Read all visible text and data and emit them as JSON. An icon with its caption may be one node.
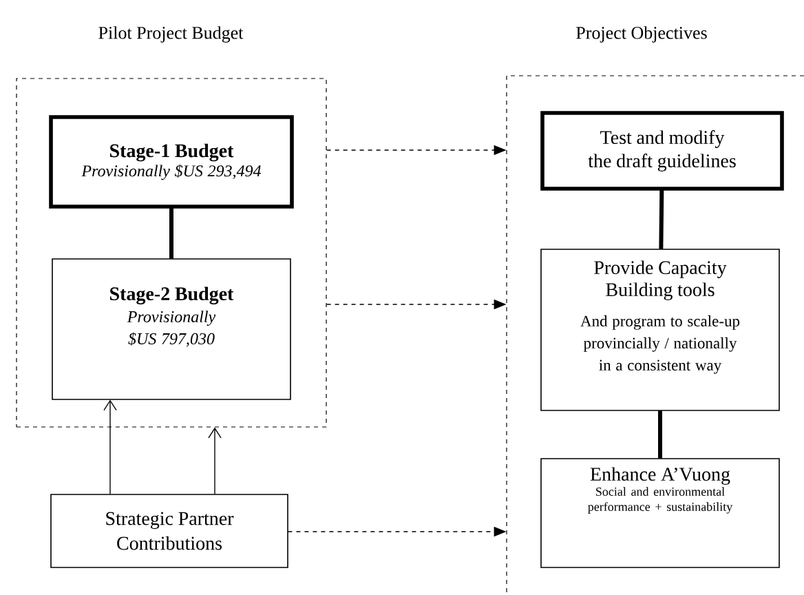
{
  "diagram": {
    "nodes": [
      {
        "text": [
          "Pilot Project Budget"
        ]
      },
      {
        "text": [
          "Stage-1 Budget",
          "Provisionally $US 293,494"
        ],
        "in": 0
      },
      {
        "text": [
          "Stage-2 Budget",
          "Provisionally $US 797,030"
        ],
        "in": 0
      },
      {
        "text": [
          "Project Objectives"
        ]
      },
      {
        "text": [
          "Test and modify the draft guidelines"
        ],
        "in": 3
      },
      {
        "text": [
          "Provide Capacity Building tools",
          "And program to scale-up provincially / nationally in a consistent way"
        ],
        "in": 3
      },
      {
        "text": [
          "Enhance A’Vuong",
          "Social and environmental performance + sustainability"
        ],
        "in": 3
      },
      {
        "text": [
          "Strategic Partner Contributions"
        ]
      }
    ],
    "edges": [
      {
        "from": 1,
        "to": 2,
        "arrow": "none",
        "style": "thick"
      },
      {
        "from": 4,
        "to": 5,
        "arrow": "none",
        "style": "thick"
      },
      {
        "from": 5,
        "to": 6,
        "arrow": "none",
        "style": "thick"
      },
      {
        "from": 0,
        "to": 3,
        "arrow": "to",
        "style": "dashed"
      },
      {
        "from": 0,
        "to": 3,
        "arrow": "to",
        "style": "dashed"
      },
      {
        "from": 7,
        "to": 3,
        "arrow": "to",
        "style": "dashed"
      },
      {
        "from": 7,
        "to": 2,
        "arrow": "to"
      },
      {
        "from": 7,
        "to": 0,
        "arrow": "to"
      }
    ]
  }
}
